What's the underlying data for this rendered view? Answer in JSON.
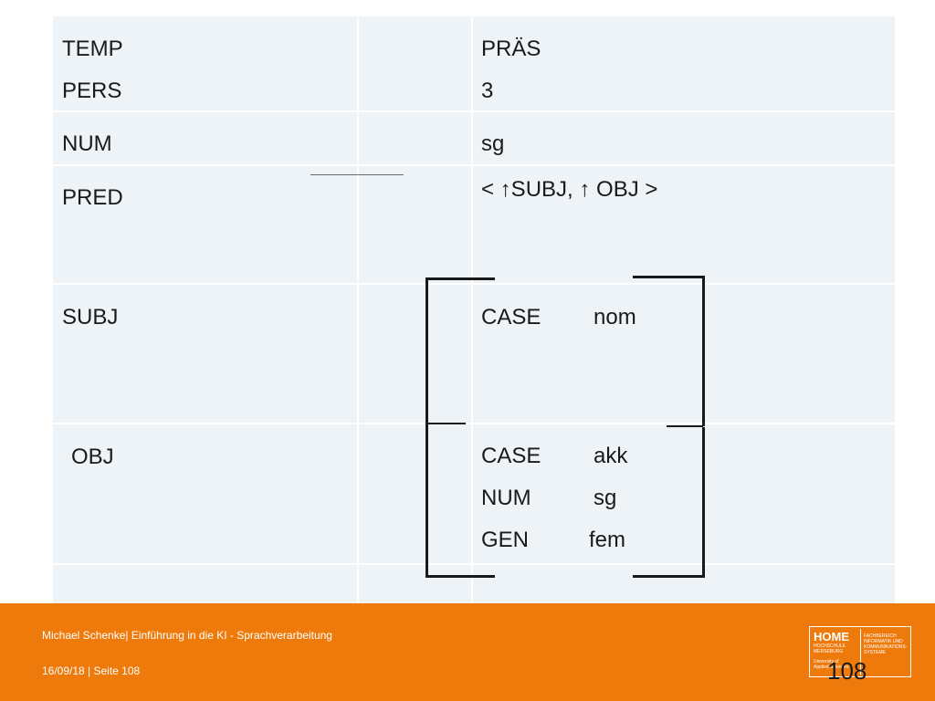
{
  "fstructure": {
    "rows": [
      {
        "feature_lines": [
          "TEMP",
          "PERS"
        ],
        "value_lines": [
          "PRÄS",
          "3"
        ]
      },
      {
        "feature": "NUM",
        "value": "sg"
      },
      {
        "feature": "PRED",
        "value": "< ↑SUBJ, ↑ OBJ >"
      },
      {
        "feature": "SUBJ",
        "value_pairs": [
          {
            "attr": "CASE",
            "val": "nom"
          }
        ]
      },
      {
        "feature": "OBJ",
        "value_pairs": [
          {
            "attr": "CASE",
            "val": "akk"
          },
          {
            "attr": "NUM",
            "val": "sg"
          },
          {
            "attr": "GEN",
            "val": "fem"
          }
        ]
      }
    ]
  },
  "footer": {
    "title": "Michael Schenke| Einführung in die KI - Sprachverarbeitung",
    "date_page": "16/09/18 | Seite 108",
    "page_number": "108",
    "logo": {
      "home": "HOME",
      "line1": "HOCHSCHULE",
      "line2": "MERSEBURG",
      "line3": "University of",
      "line4": "Applied Sciences",
      "dept1": "FACHBEREICH",
      "dept2": "INFORMATIK UND",
      "dept3": "KOMMUNIKATIONS-",
      "dept4": "SYSTEME"
    }
  },
  "colors": {
    "footer_bg": "#ee7a0c",
    "cell_bg": "#eef3f8"
  }
}
